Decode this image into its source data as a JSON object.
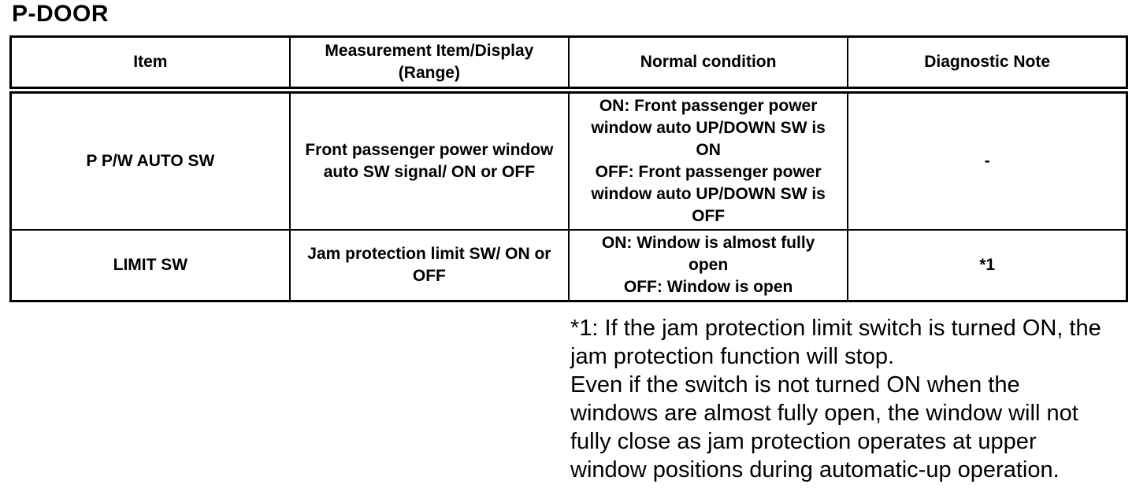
{
  "page": {
    "title": "P-DOOR"
  },
  "table": {
    "headers": [
      "Item",
      "Measurement Item/Display\n(Range)",
      "Normal condition",
      "Diagnostic Note"
    ],
    "rows": [
      {
        "item": "P P/W AUTO SW",
        "measurement": "Front passenger power window\nauto SW signal/ ON or OFF",
        "normal_condition": "ON: Front passenger power\nwindow auto UP/DOWN SW is\nON\nOFF: Front passenger power\nwindow auto UP/DOWN SW is\nOFF",
        "diagnostic_note": "-"
      },
      {
        "item": "LIMIT SW",
        "measurement": "Jam protection limit SW/ ON or\nOFF",
        "normal_condition": "ON: Window is almost fully\nopen\nOFF: Window is open",
        "diagnostic_note": "*1"
      }
    ]
  },
  "footnote": {
    "text": "*1: If the jam protection limit switch is turned ON, the\njam protection function will stop.\nEven if the switch is not turned ON when the\nwindows are almost fully open, the window will not\nfully close as jam protection operates at upper\nwindow positions during automatic-up operation."
  },
  "colors": {
    "background": "#ffffff",
    "text": "#000000",
    "border": "#000000"
  }
}
